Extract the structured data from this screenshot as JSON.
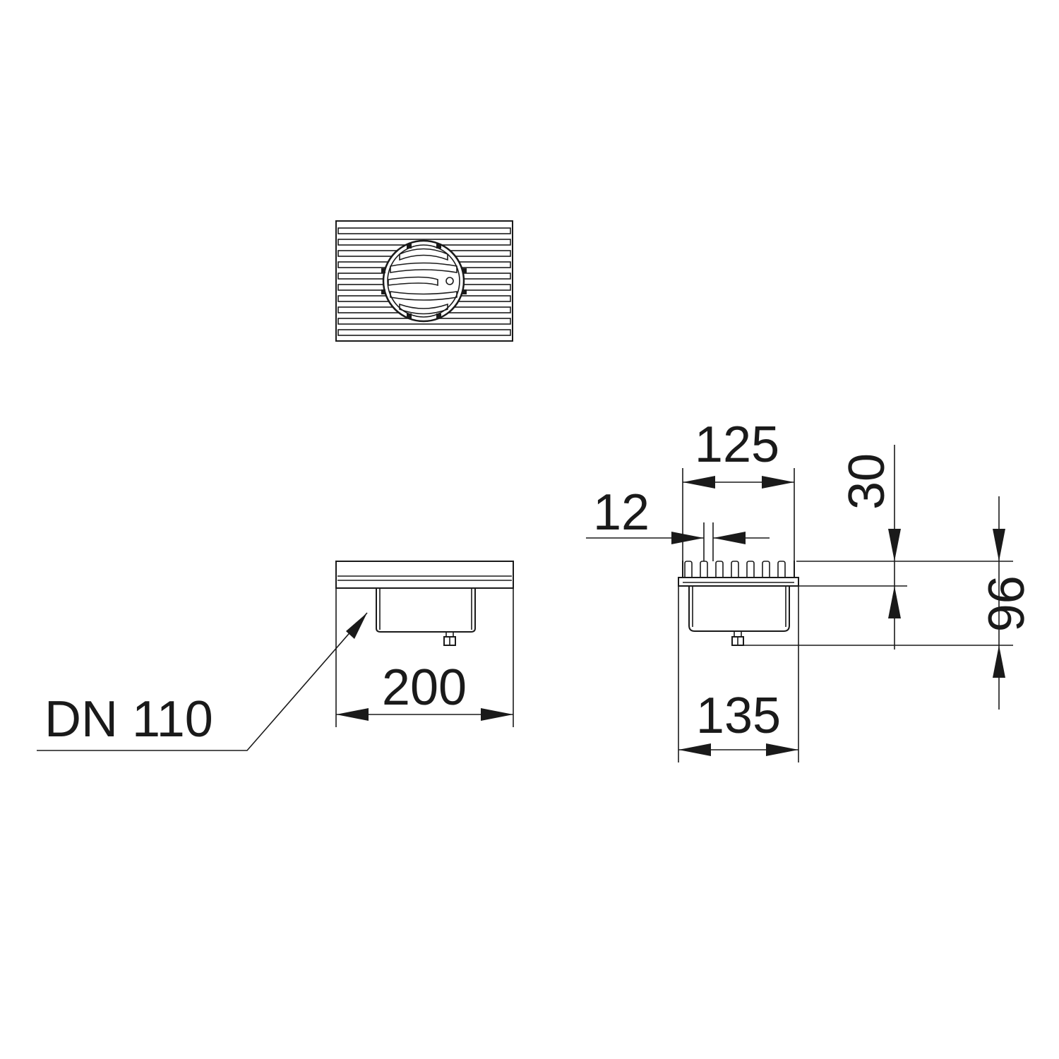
{
  "dimensions": {
    "top_width": "125",
    "slot": "12",
    "bottom_width": "135",
    "front_width": "200",
    "grate_height": "30",
    "total_height": "96"
  },
  "labels": {
    "outlet": "DN 110"
  },
  "colors": {
    "line": "#1a1a1a",
    "background": "#ffffff"
  }
}
